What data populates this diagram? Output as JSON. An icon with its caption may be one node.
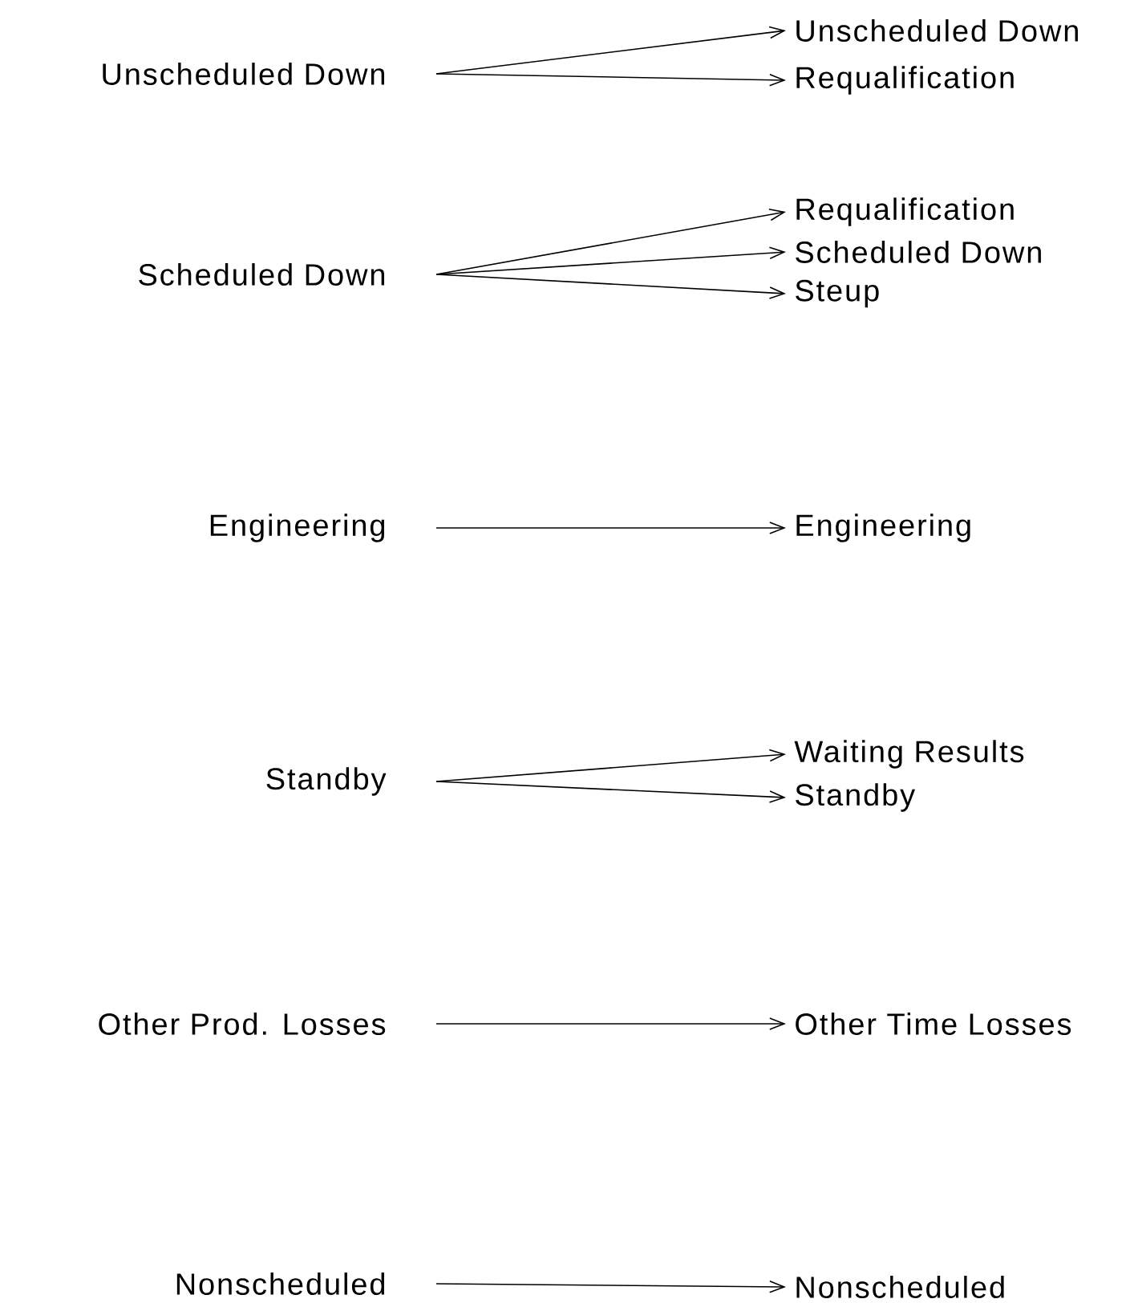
{
  "diagram": {
    "nodes": [
      {
        "text": [
          "Unscheduled Down"
        ]
      },
      {
        "text": [
          "Scheduled Down"
        ]
      },
      {
        "text": [
          "Engineering"
        ]
      },
      {
        "text": [
          "Standby"
        ]
      },
      {
        "text": [
          "Other Prod. Losses"
        ]
      },
      {
        "text": [
          "Nonscheduled"
        ]
      },
      {
        "text": [
          "Unscheduled Down"
        ]
      },
      {
        "text": [
          "Requalification"
        ]
      },
      {
        "text": [
          "Requalification"
        ]
      },
      {
        "text": [
          "Scheduled Down"
        ]
      },
      {
        "text": [
          "Steup"
        ]
      },
      {
        "text": [
          "Engineering"
        ]
      },
      {
        "text": [
          "Waiting Results"
        ]
      },
      {
        "text": [
          "Standby"
        ]
      },
      {
        "text": [
          "Other Time Losses"
        ]
      },
      {
        "text": [
          "Nonscheduled"
        ]
      }
    ],
    "edges": [
      {
        "from": 0,
        "to": 6,
        "arrow": "to"
      },
      {
        "from": 0,
        "to": 7,
        "arrow": "to"
      },
      {
        "from": 1,
        "to": 8,
        "arrow": "to"
      },
      {
        "from": 1,
        "to": 9,
        "arrow": "to"
      },
      {
        "from": 1,
        "to": 10,
        "arrow": "to"
      },
      {
        "from": 2,
        "to": 11,
        "arrow": "to"
      },
      {
        "from": 3,
        "to": 12,
        "arrow": "to"
      },
      {
        "from": 3,
        "to": 13,
        "arrow": "to"
      },
      {
        "from": 4,
        "to": 14,
        "arrow": "to"
      },
      {
        "from": 5,
        "to": 15,
        "arrow": "to"
      }
    ]
  }
}
